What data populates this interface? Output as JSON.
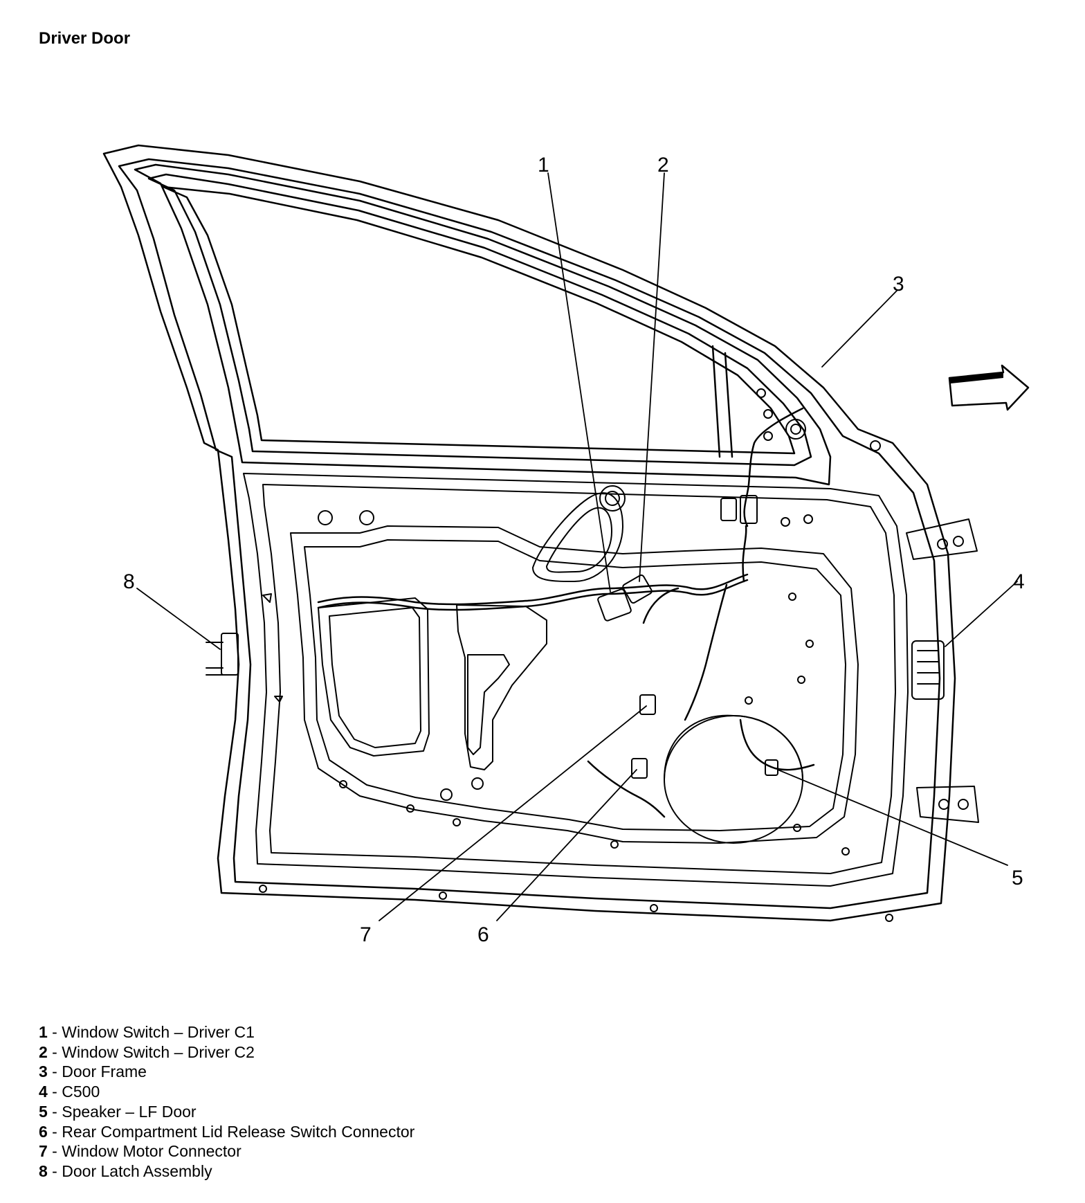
{
  "title": "Driver Door",
  "callouts": [
    "1",
    "2",
    "3",
    "4",
    "5",
    "6",
    "7",
    "8"
  ],
  "legend": [
    {
      "num": "1",
      "sep": " - ",
      "text": "Window Switch – Driver C1"
    },
    {
      "num": "2",
      "sep": " - ",
      "text": "Window Switch – Driver C2"
    },
    {
      "num": "3",
      "sep": " - ",
      "text": "Door Frame"
    },
    {
      "num": "4",
      "sep": " - ",
      "text": "C500"
    },
    {
      "num": "5",
      "sep": " - ",
      "text": "Speaker – LF Door"
    },
    {
      "num": "6",
      "sep": " - ",
      "text": "Rear Compartment Lid Release Switch Connector"
    },
    {
      "num": "7",
      "sep": " - ",
      "text": "Window Motor Connector"
    },
    {
      "num": "8",
      "sep": " - ",
      "text": "Door Latch Assembly"
    }
  ],
  "colors": {
    "line": "#000000",
    "background": "#ffffff"
  },
  "icons": [
    "forward-direction-arrow-icon"
  ]
}
